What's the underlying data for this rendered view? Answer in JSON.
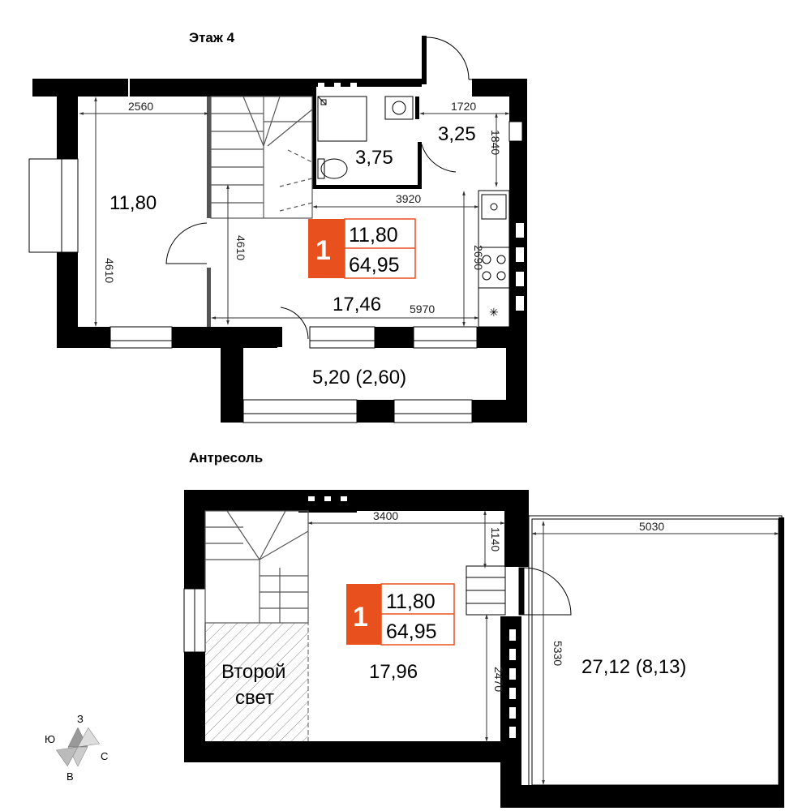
{
  "floor4": {
    "title": "Этаж 4",
    "rooms": {
      "room_left": "11,80",
      "bathroom": "3,75",
      "hall": "3,25",
      "living": "17,46",
      "balcony": "5,20 (2,60)"
    },
    "dims": {
      "d2560": "2560",
      "d1720": "1720",
      "d1840": "1840",
      "d3920": "3920",
      "d4610a": "4610",
      "d4610b": "4610",
      "d2690": "2690",
      "d5970": "5970"
    },
    "badge": {
      "rooms": "1",
      "living_area": "11,80",
      "total_area": "64,95"
    }
  },
  "mezzanine": {
    "title": "Антресоль",
    "rooms": {
      "main": "17,96",
      "terrace": "27,12 (8,13)",
      "second_light": "Второй свет"
    },
    "second_light_lines": [
      "Второй",
      "свет"
    ],
    "dims": {
      "d3400": "3400",
      "d1140": "1140",
      "d5030": "5030",
      "d5330": "5330",
      "d2470": "2470"
    },
    "badge": {
      "rooms": "1",
      "living_area": "11,80",
      "total_area": "64,95"
    }
  },
  "compass": {
    "north": "С",
    "south": "Ю",
    "west": "З",
    "east": "В"
  },
  "colors": {
    "wall": "#000000",
    "accent": "#e8501e",
    "dim_line": "#333333"
  }
}
